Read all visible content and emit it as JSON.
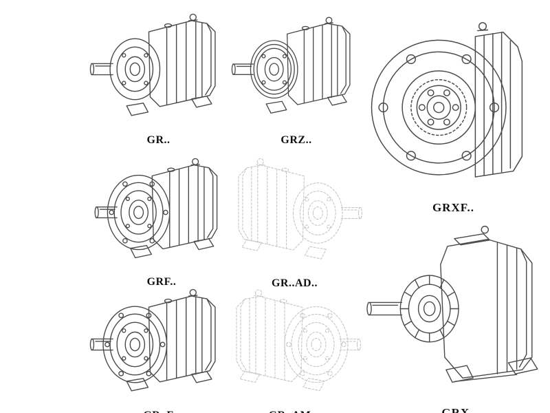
{
  "page": {
    "background": "#ffffff",
    "description": "gear-reducer-catalog-line-drawings"
  },
  "colors": {
    "line": "#4a4a4a",
    "line_ghost": "#c6c6c6",
    "label": "#101010",
    "background": "#ffffff"
  },
  "figures": {
    "gr": {
      "label": "GR..",
      "drawing": "helical-gearbox-foot-mounted-iso"
    },
    "grz": {
      "label": "GRZ..",
      "drawing": "helical-gearbox-foot-mounted-ring-iso"
    },
    "grxf": {
      "label": "GRXF..",
      "drawing": "helical-gearbox-flange-front-view"
    },
    "grf": {
      "label": "GRF..",
      "drawing": "helical-gearbox-flange-mounted-iso"
    },
    "gr_ad": {
      "label": "GR..AD..",
      "drawing": "helical-gearbox-input-adapter-ghost-iso"
    },
    "gr_f": {
      "label": "GR..F",
      "drawing": "helical-gearbox-foot-flange-iso"
    },
    "gr_am": {
      "label": "GR..AM..",
      "drawing": "helical-gearbox-motor-adapter-ghost-iso"
    },
    "grx": {
      "label": "GRX..",
      "drawing": "helical-gearbox-single-stage-finned-iso"
    }
  }
}
